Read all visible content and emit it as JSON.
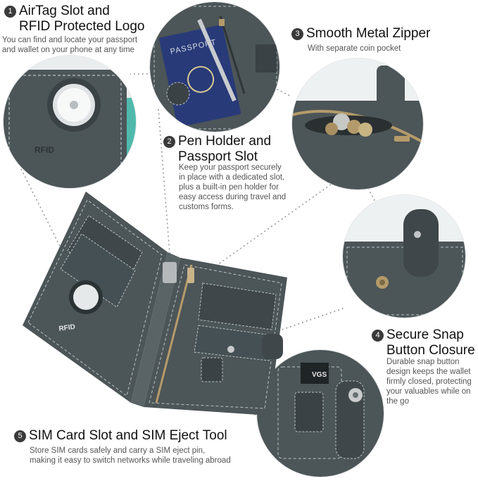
{
  "features": [
    {
      "num": "1",
      "title_line1": "AirTag Slot and",
      "title_line2": "RFID Protected Logo",
      "desc_line1": "You can find and locate your passport",
      "desc_line2": "and wallet on your phone at any time"
    },
    {
      "num": "2",
      "title_line1": "Pen Holder and",
      "title_line2": "Passport Slot",
      "desc_line1": "Keep your passport securely",
      "desc_line2": "in place with a dedicated slot,",
      "desc_line3": "plus a built-in pen holder for",
      "desc_line4": "easy access during travel and",
      "desc_line5": "customs forms."
    },
    {
      "num": "3",
      "title": "Smooth Metal Zipper",
      "desc": "With separate coin pocket"
    },
    {
      "num": "4",
      "title_line1": "Secure Snap",
      "title_line2": "Button Closure",
      "desc_line1": "Durable snap button",
      "desc_line2": "design keeps the wallet",
      "desc_line3": "firmly closed, protecting",
      "desc_line4": "your valuables while on",
      "desc_line5": "the go"
    },
    {
      "num": "5",
      "title": "SIM Card Slot and SIM Eject Tool",
      "desc_line1": "Store SIM cards safely and carry a SIM eject pin,",
      "desc_line2": "making it easy to switch networks while traveling abroad"
    }
  ],
  "imprints": {
    "rfid": "RFID",
    "passport": "PASSPORT",
    "sim_brand": "VGS"
  },
  "colors": {
    "leather": "#4c5558",
    "leather_dark": "#3a4245",
    "stitch": "#b9c2c4",
    "brass": "#b59b6a",
    "passport_blue": "#283a78"
  }
}
